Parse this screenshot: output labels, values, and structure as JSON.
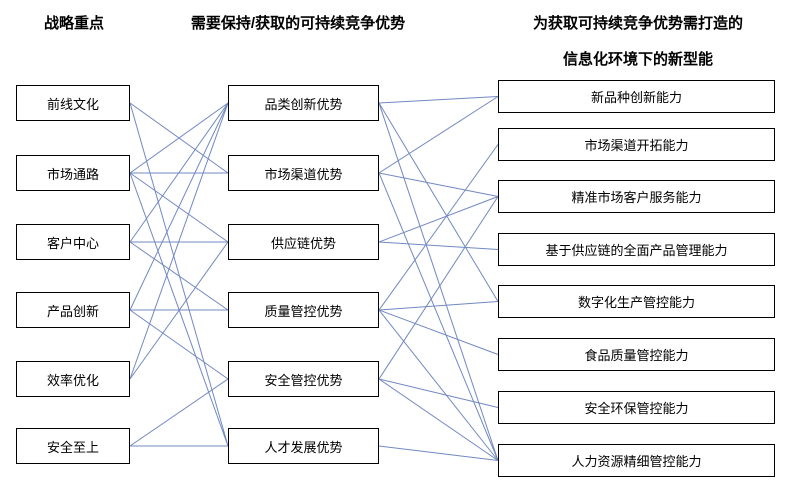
{
  "headers": {
    "left": "战略重点",
    "middle": "需要保持/获取的可持续竞争优势",
    "right_line1": "为获取可持续竞争优势需打造的",
    "right_line2": "信息化环境下的新型能"
  },
  "columns": [
    {
      "name": "strategy-focus",
      "boxes": [
        "前线文化",
        "市场通路",
        "客户中心",
        "产品创新",
        "效率优化",
        "安全至上"
      ]
    },
    {
      "name": "competitive-advantages",
      "boxes": [
        "品类创新优势",
        "市场渠道优势",
        "供应链优势",
        "质量管控优势",
        "安全管控优势",
        "人才发展优势"
      ]
    },
    {
      "name": "new-capabilities",
      "boxes": [
        "新品种创新能力",
        "市场渠道开拓能力",
        "精准市场客户服务能力",
        "基于供应链的全面产品管理能力",
        "数字化生产管控能力",
        "食品质量管控能力",
        "安全环保管控能力",
        "人力资源精细管控能力"
      ]
    }
  ],
  "connections": {
    "left_middle": [
      [
        0,
        1
      ],
      [
        0,
        5
      ],
      [
        1,
        0
      ],
      [
        1,
        1
      ],
      [
        1,
        2
      ],
      [
        1,
        5
      ],
      [
        2,
        0
      ],
      [
        2,
        2
      ],
      [
        2,
        3
      ],
      [
        3,
        0
      ],
      [
        3,
        3
      ],
      [
        3,
        4
      ],
      [
        4,
        0
      ],
      [
        4,
        2
      ],
      [
        5,
        4
      ],
      [
        5,
        5
      ]
    ],
    "middle_right": [
      [
        0,
        0
      ],
      [
        0,
        4
      ],
      [
        0,
        7
      ],
      [
        1,
        0
      ],
      [
        1,
        2
      ],
      [
        1,
        7
      ],
      [
        2,
        2
      ],
      [
        2,
        3
      ],
      [
        3,
        1
      ],
      [
        3,
        4
      ],
      [
        3,
        5
      ],
      [
        3,
        7
      ],
      [
        4,
        2
      ],
      [
        4,
        6
      ],
      [
        4,
        7
      ],
      [
        5,
        7
      ]
    ]
  },
  "colors": {
    "line": "#7188c2",
    "box_border": "#000000",
    "background": "#ffffff",
    "text": "#000000"
  }
}
